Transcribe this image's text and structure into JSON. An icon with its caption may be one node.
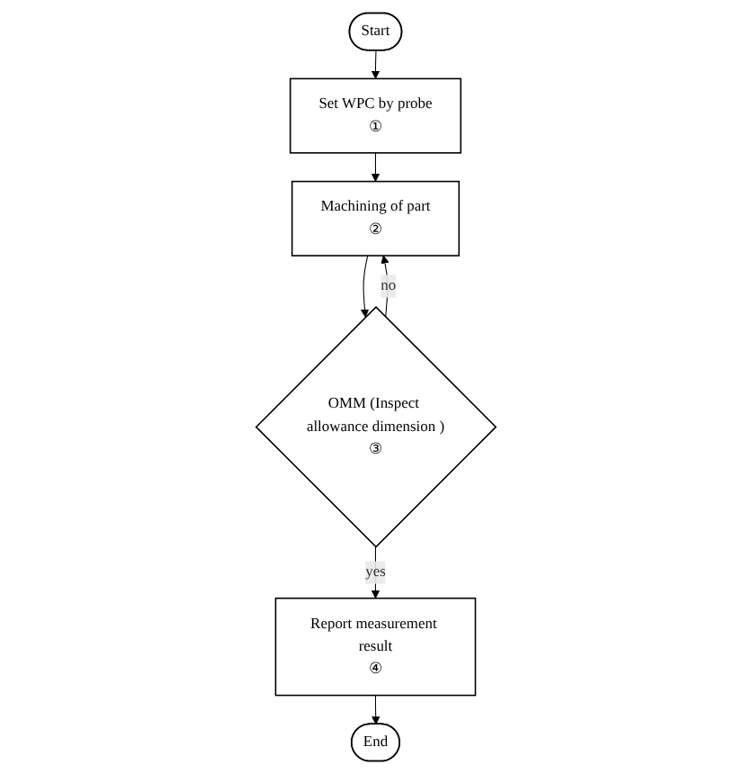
{
  "diagram": {
    "nodes": [
      {
        "text": [
          "Start"
        ]
      },
      {
        "text": [
          "Set WPC by probe",
          "①"
        ]
      },
      {
        "text": [
          "Machining of part",
          "②"
        ]
      },
      {
        "text": [
          "OMM (Inspect allowance dimension )",
          "③"
        ]
      },
      {
        "text": [
          "Report measurement result",
          "④"
        ]
      },
      {
        "text": [
          "End"
        ]
      }
    ],
    "edges": [
      {
        "from": 0,
        "to": 1,
        "arrow": "to"
      },
      {
        "from": 1,
        "to": 2,
        "arrow": "to"
      },
      {
        "from": 2,
        "to": 3,
        "arrow": "to"
      },
      {
        "from": 3,
        "to": 2,
        "arrow": "to",
        "label": "no"
      },
      {
        "from": 3,
        "to": 4,
        "arrow": "to",
        "label": "yes"
      },
      {
        "from": 4,
        "to": 5,
        "arrow": "to"
      }
    ]
  }
}
